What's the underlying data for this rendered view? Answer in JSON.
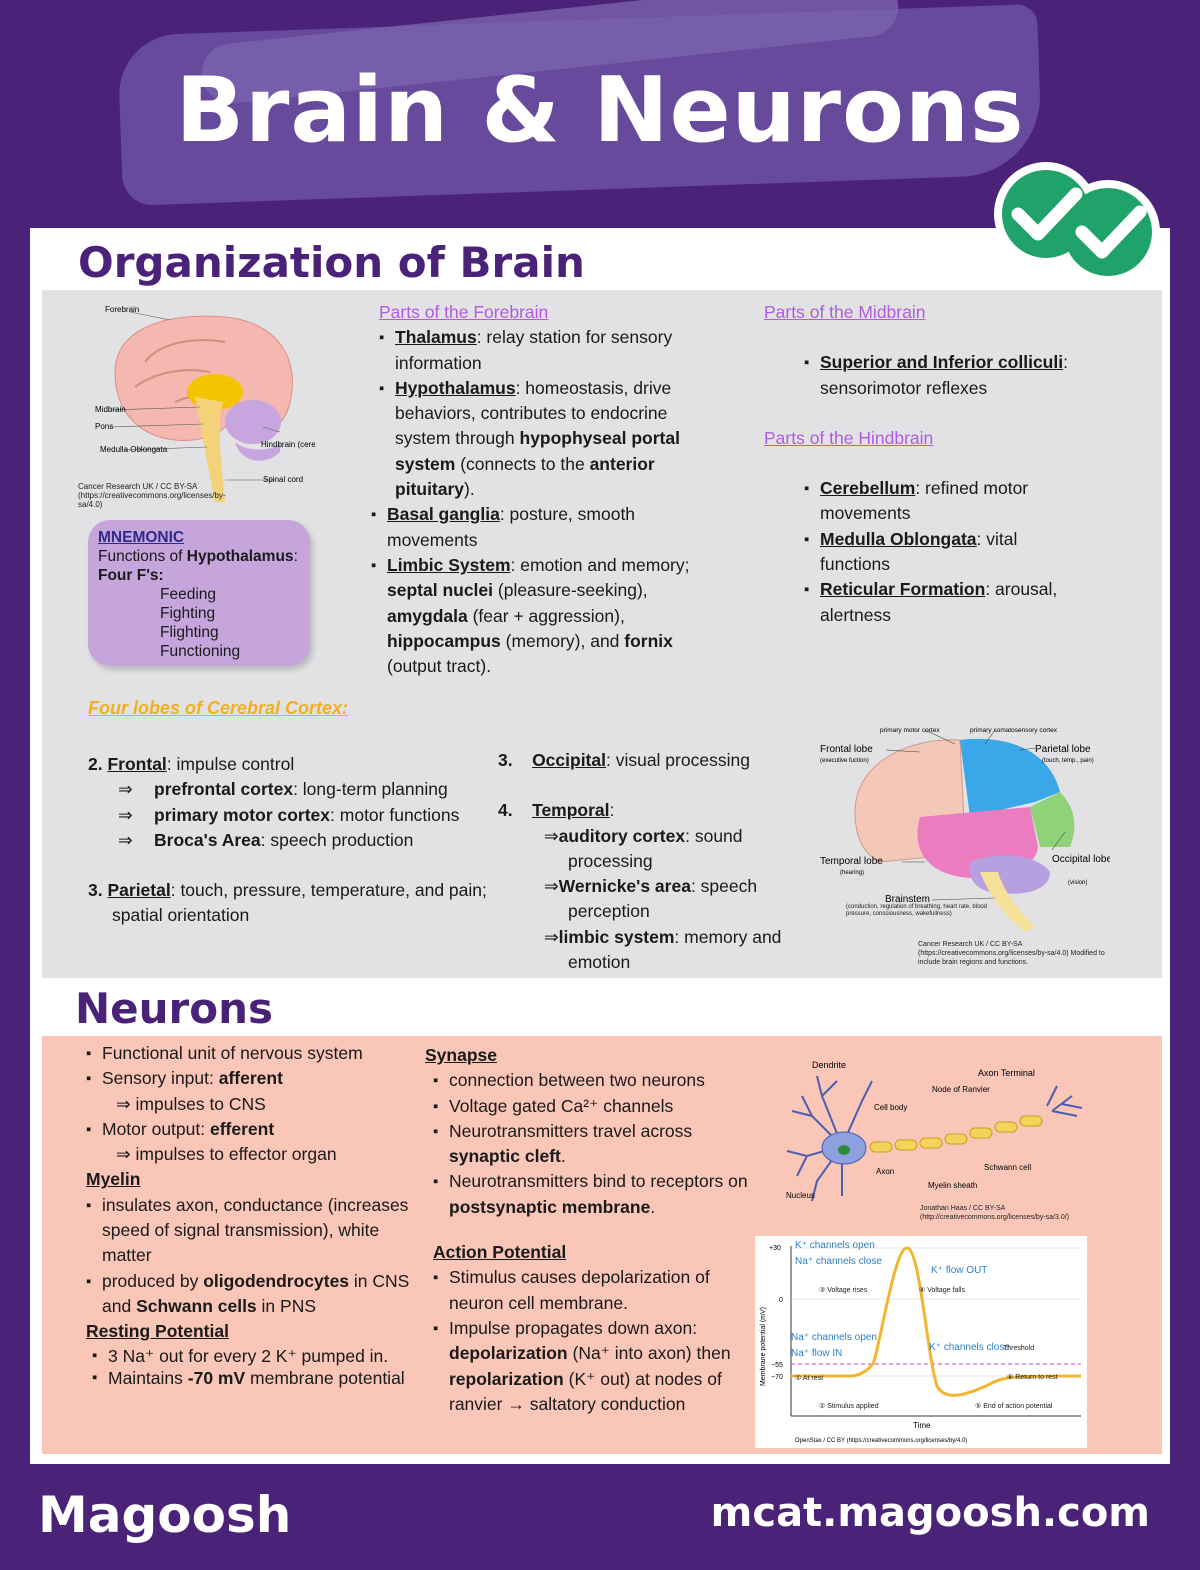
{
  "header": {
    "title": "Brain & Neurons"
  },
  "organization": {
    "title": "Organization of Brain",
    "brain_figure": {
      "labels": {
        "forebrain": "Forebrain",
        "midbrain": "Midbrain",
        "pons": "Pons",
        "medulla": "Medulla Oblongata",
        "hindbrain": "Hindbrain (cerebellum)",
        "spinal": "Spinal cord"
      },
      "credit": "Cancer Research UK / CC BY-SA (https://creativecommons.org/licenses/by-sa/4.0)"
    },
    "mnemonic": {
      "heading": "MNEMONIC",
      "line1_pre": "Functions of ",
      "line1_bold": "Hypothalamus",
      "line1_post": ":",
      "line2": "Four F's",
      "line2_post": ":",
      "items": [
        "Feeding",
        "Fighting",
        "Flighting",
        "Functioning"
      ]
    },
    "forebrain": {
      "heading": "Parts of the Forebrain",
      "thalamus_term": "Thalamus",
      "thalamus_text": ": relay station for sensory information",
      "hypo_term": "Hypothalamus",
      "hypo_text1": ": homeostasis, drive behaviors, contributes to endocrine system through ",
      "hypo_bold1": "hypophyseal portal system",
      "hypo_text2": " (connects to the ",
      "hypo_bold2": "anterior pituitary",
      "hypo_text3": ").",
      "basal_term": "Basal ganglia",
      "basal_text": ": posture, smooth movements",
      "limbic_term": "Limbic System",
      "limbic_text1": ": emotion and memory; ",
      "limbic_b1": "septal nuclei",
      "limbic_t2": " (pleasure-seeking), ",
      "limbic_b2": "amygdala",
      "limbic_t3": " (fear + aggression), ",
      "limbic_b3": "hippocampus",
      "limbic_t4": " (memory), and ",
      "limbic_b4": "fornix",
      "limbic_t5": " (output tract)."
    },
    "midbrain": {
      "heading": "Parts of the Midbrain",
      "coll_term": "Superior and Inferior colliculi",
      "coll_text": ": sensorimotor reflexes"
    },
    "hindbrain": {
      "heading": "Parts of the Hindbrain",
      "cereb_term": "Cerebellum",
      "cereb_text": ": refined motor movements",
      "med_term": "Medulla Oblongata",
      "med_text": ": vital functions",
      "ret_term": "Reticular Formation",
      "ret_text": ": arousal, alertness"
    },
    "lobes": {
      "heading": "Four lobes of Cerebral Cortex:",
      "frontal_num": "2.",
      "frontal_term": "Frontal",
      "frontal_text": ": impulse control",
      "pfc_b": "prefrontal cortex",
      "pfc_t": ": long-term planning",
      "pmc_b": "primary motor cortex",
      "pmc_t": ": motor functions",
      "broca_b": "Broca's Area",
      "broca_t": ": speech production",
      "parietal_num": "3.",
      "parietal_term": "Parietal",
      "parietal_text": ": touch, pressure, temperature, and pain; spatial orientation",
      "occ_num": "3.",
      "occ_term": "Occipital",
      "occ_text": ": visual processing",
      "temp_num": "4.",
      "temp_term": "Temporal",
      "temp_colon": ":",
      "aud_b": "auditory cortex",
      "aud_t": ": sound processing",
      "wer_b": "Wernicke's area",
      "wer_t": ": speech perception",
      "lim_b": "limbic system",
      "lim_t": ": memory and emotion"
    },
    "cortex_figure": {
      "frontal": "Frontal lobe",
      "frontal_sub": "(executive fuction)",
      "pmc": "primary motor cortex",
      "psc": "primary somatosensory cortex",
      "parietal": "Parietal lobe",
      "parietal_sub": "(touch, temp., pain)",
      "temporal": "Temporal lobe",
      "temporal_sub": "(hearing)",
      "occipital": "Occipital lobe",
      "occipital_sub": "(vision)",
      "brainstem": "Brainstem",
      "brainstem_sub": "(conduction, regulation of breathing, heart rate, blood pressure, consciousness, wakefullness)",
      "credit": "Cancer Research UK / CC BY-SA (https://creativecommons.org/licenses/by-sa/4.0) Modified to include brain regions and functions."
    }
  },
  "neurons": {
    "title": "Neurons",
    "col1": {
      "b1": "Functional unit of nervous system",
      "b2_pre": "Sensory input: ",
      "b2_bold": "afferent",
      "b2_sub": "⇒ impulses to CNS",
      "b3_pre": "Motor output: ",
      "b3_bold": "efferent",
      "b3_sub": "⇒ impulses to effector organ",
      "myelin_head": "Myelin",
      "m1": "insulates axon, conductance (increases speed of signal transmission), white matter",
      "m2_pre": "produced by ",
      "m2_b1": "oligodendrocytes",
      "m2_mid": " in CNS and ",
      "m2_b2": "Schwann cells",
      "m2_post": " in PNS",
      "rest_head": "Resting Potential",
      "r1": "3 Na⁺ out for every 2 K⁺ pumped in.",
      "r2_pre": "Maintains ",
      "r2_b": "-70 mV",
      "r2_post": " membrane potential"
    },
    "col2": {
      "syn_head": "Synapse",
      "s1": "connection between two neurons",
      "s2": "Voltage gated Ca²⁺ channels",
      "s3_pre": "Neurotransmitters travel across ",
      "s3_b": "synaptic cleft",
      "s3_post": ".",
      "s4_pre": "Neurotransmitters bind to receptors on ",
      "s4_b": "postsynaptic membrane",
      "s4_post": ".",
      "ap_head": "Action Potential",
      "a1": "Stimulus causes depolarization of neuron cell membrane.",
      "a2_pre": "Impulse propagates down axon: ",
      "a2_b1": "depolarization",
      "a2_t1": " (Na⁺ into axon) then ",
      "a2_b2": "repolarization",
      "a2_t2": " (K⁺ out) at nodes of ranvier → saltatory conduction"
    },
    "neuron_figure": {
      "dendrite": "Dendrite",
      "axon_terminal": "Axon Terminal",
      "node": "Node of Ranvier",
      "cell_body": "Cell body",
      "axon": "Axon",
      "schwann": "Schwann cell",
      "myelin": "Myelin sheath",
      "nucleus": "Nucleus",
      "credit": "Jonathan Haas / CC BY-SA (http://creativecommons.org/licenses/by-sa/3.0/)"
    },
    "ap_chart": {
      "k_open": "K⁺ channels open",
      "na_close": "Na⁺ channels close",
      "k_out": "K⁺ flow OUT",
      "v_rises": "③ Voltage rises",
      "v_falls": "④ Voltage falls",
      "na_open": "Na⁺ channels open",
      "na_in": "Na⁺ flow IN",
      "k_close": "K⁺ channels close",
      "threshold": "Threshold",
      "at_rest": "① At rest",
      "return": "⑥ Return to rest",
      "stim": "② Stimulus applied",
      "end": "⑤ End of action potential",
      "ylabel": "Membrane potential (mV)",
      "xlabel": "Time",
      "y30": "+30",
      "y0": "0",
      "y55": "−55",
      "y70": "−70",
      "credit": "OpenStax / CC BY (https://creativecommons.org/licenses/by/4.0)"
    }
  },
  "footer": {
    "logo": "Magoosh",
    "url": "mcat.magoosh.com"
  }
}
